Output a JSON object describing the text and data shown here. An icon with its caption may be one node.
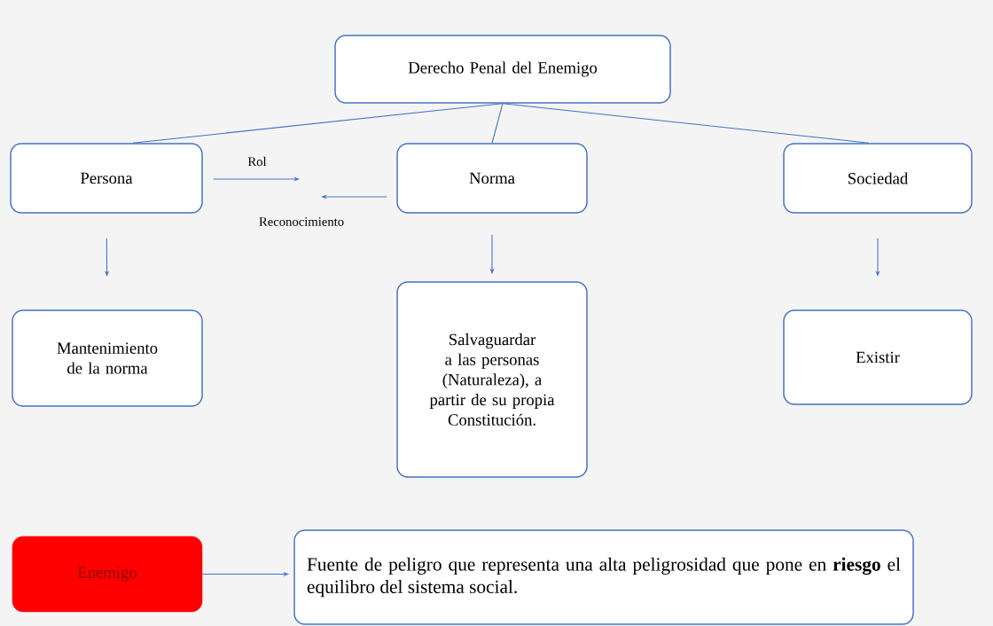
{
  "diagram": {
    "nodes": [
      {
        "text": [
          "Derecho Penal del Enemigo"
        ]
      },
      {
        "text": [
          "Persona"
        ]
      },
      {
        "text": [
          "Norma"
        ]
      },
      {
        "text": [
          "Sociedad"
        ]
      },
      {
        "text": [
          "Mantenimiento de la norma"
        ]
      },
      {
        "text": [
          "Salvaguardar a las personas (Naturaleza), a partir de su propia Constitución."
        ]
      },
      {
        "text": [
          "Existir"
        ]
      },
      {
        "text": [
          "Enemigo"
        ]
      },
      {
        "text": [
          "Fuente de peligro que representa una alta peligrosidad que pone en **riesgo** el equilibro del sistema social."
        ]
      }
    ],
    "edges": [
      {
        "from": 0,
        "to": 1,
        "arrow": "none"
      },
      {
        "from": 0,
        "to": 2,
        "arrow": "none"
      },
      {
        "from": 0,
        "to": 3,
        "arrow": "none"
      },
      {
        "from": 1,
        "to": null,
        "arrow": "to",
        "label": "Rol"
      },
      {
        "from": 2,
        "to": null,
        "arrow": "to",
        "label": "Reconocimiento"
      },
      {
        "from": 1,
        "to": 4,
        "arrow": "to"
      },
      {
        "from": 2,
        "to": 5,
        "arrow": "to"
      },
      {
        "from": 3,
        "to": 6,
        "arrow": "to"
      },
      {
        "from": 7,
        "to": 8,
        "arrow": "to"
      }
    ]
  }
}
